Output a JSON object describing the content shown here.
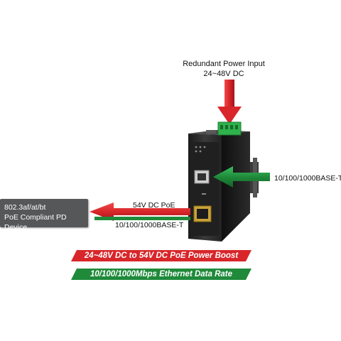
{
  "labels": {
    "power_input_line1": "Redundant Power Input",
    "power_input_line2": "24~48V DC",
    "uplink_port": "10/100/1000BASE-T",
    "poe_output": "54V DC PoE",
    "poe_data": "10/100/1000BASE-T"
  },
  "pd_device": {
    "line1": "802.3af/at/bt",
    "line2": "PoE Compliant PD Device"
  },
  "banners": {
    "power_boost": "24~48V DC to 54V DC PoE Power Boost",
    "data_rate": "10/100/1000Mbps Ethernet Data Rate"
  },
  "colors": {
    "red_arrow": "#d8262a",
    "green_arrow": "#1f8a3a",
    "device_body": "#262626",
    "terminal_block": "#2fb24c",
    "pd_box": "#555759"
  }
}
